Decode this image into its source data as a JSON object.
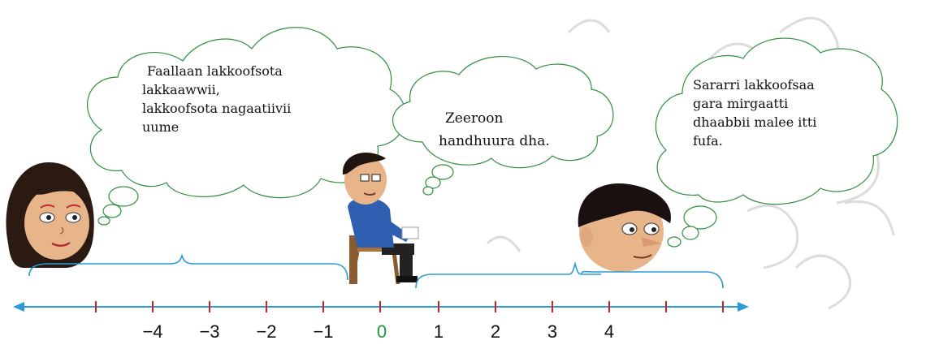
{
  "bubbles": {
    "left": {
      "lines": [
        "Faallaan lakkoofsota",
        "lakkaawwii,",
        "lakkoofsota nagaatiivii",
        "uume"
      ]
    },
    "middle": {
      "lines": [
        "Zeeroon",
        "handhuura dha."
      ]
    },
    "right": {
      "lines": [
        "Sararri lakkoofsaa",
        "gara mirgaatti",
        "dhaabbii malee itti",
        "fufa."
      ]
    }
  },
  "number_line": {
    "tick_labels": [
      "−4",
      "−3",
      "−2",
      "−1",
      "0",
      "1",
      "2",
      "3",
      "4"
    ],
    "colors": {
      "line": "#2a9bd8",
      "ticks": "#d42020",
      "zero_label": "#1a9a3a",
      "braces": "#2a9bd8"
    }
  },
  "characters": [
    "girl-face",
    "boy-sitting-on-chair",
    "boy-face"
  ]
}
